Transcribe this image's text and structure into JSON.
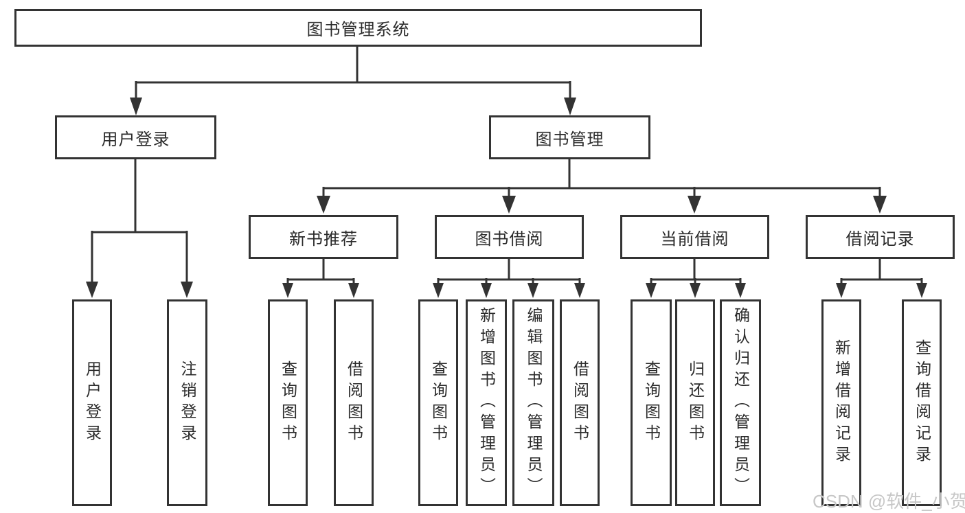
{
  "diagram": {
    "title": "图书管理系统",
    "colors": {
      "line": "#333333",
      "text": "#2b2b2b",
      "background": "#ffffff",
      "watermark": "#c7c7c7"
    },
    "root": {
      "label": "图书管理系统"
    },
    "level2": [
      {
        "label": "用户登录"
      },
      {
        "label": "图书管理"
      }
    ],
    "level3": [
      {
        "label": "新书推荐"
      },
      {
        "label": "图书借阅"
      },
      {
        "label": "当前借阅"
      },
      {
        "label": "借阅记录"
      }
    ],
    "level4": [
      {
        "label": "用户登录"
      },
      {
        "label": "注销登录"
      },
      {
        "label": "查询图书"
      },
      {
        "label": "借阅图书"
      },
      {
        "label": "查询图书"
      },
      {
        "label": "新增图书（管理员）"
      },
      {
        "label": "编辑图书（管理员）"
      },
      {
        "label": "借阅图书"
      },
      {
        "label": "查询图书"
      },
      {
        "label": "归还图书"
      },
      {
        "label": "确认归还（管理员）"
      },
      {
        "label": "新增借阅记录"
      },
      {
        "label": "查询借阅记录"
      }
    ],
    "watermark": {
      "text": "CSDN @软件_小贺同学"
    }
  }
}
